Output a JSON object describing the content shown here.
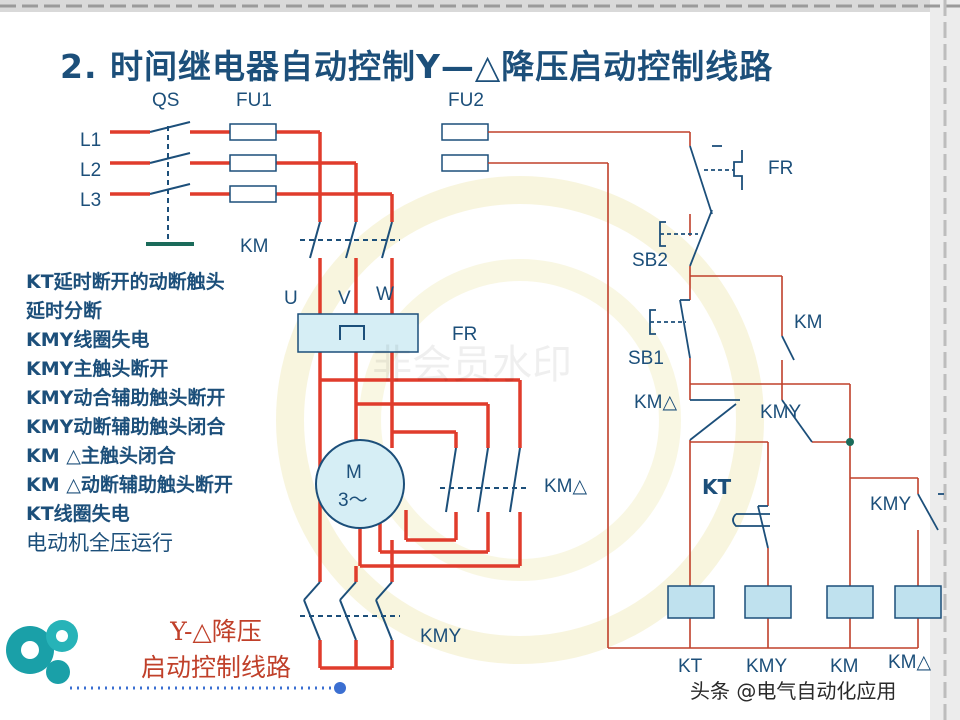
{
  "title": "2. 时间继电器自动控制Y—△降压启动控制线路",
  "labels": {
    "qs": "QS",
    "fu1": "FU1",
    "fu2": "FU2",
    "l1": "L1",
    "l2": "L2",
    "l3": "L3",
    "km_main": "KM",
    "u": "U",
    "v": "V",
    "w": "W",
    "fr_main": "FR",
    "fr_ctrl": "FR",
    "sb2": "SB2",
    "sb1": "SB1",
    "km_hold": "KM",
    "km_delta_nc": "KM△",
    "km_y_nc": "KMY",
    "kt": "KT",
    "km_y_hold": "KMY",
    "motor_m": "M",
    "motor_3": "3～",
    "km_delta_main": "KM△",
    "km_y_main": "KMY",
    "coil_kt": "KT",
    "coil_kmy": "KMY",
    "coil_km": "KM",
    "coil_kmd": "KM△"
  },
  "notes": [
    "KT延时断开的动断触头",
    "延时分断",
    "KMY线圈失电",
    "KMY主触头断开",
    "KMY动合辅助触头断开",
    "KMY动断辅助触头闭合",
    "KM △主触头闭合",
    "KM △动断辅助触头断开",
    "KT线圈失电",
    "电动机全压运行"
  ],
  "caption": [
    "Y-△降压",
    "启动控制线路"
  ],
  "watermark": "非会员水印",
  "credit": "头条 @电气自动化应用",
  "colors": {
    "power": "#e03c2c",
    "control": "#c0402a",
    "text": "#1c4f7a",
    "coil": "#bfe1ee",
    "motor": "#d6eef5"
  }
}
